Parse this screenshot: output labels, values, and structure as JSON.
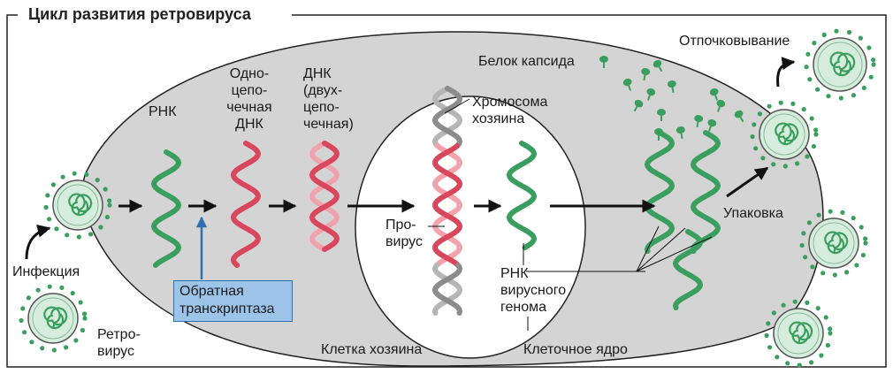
{
  "title": "Цикл развития ретровируса",
  "labels": {
    "rna": "РНК",
    "ss_dna": [
      "Одно-",
      "цепо-",
      "чечная",
      "ДНК"
    ],
    "ds_dna": [
      "ДНК",
      "(двух-",
      "цепо-",
      "чечная)"
    ],
    "chromosome": [
      "Хромосома",
      "хозяина"
    ],
    "provirus": [
      "Про-",
      "вирус"
    ],
    "viral_rna": [
      "РНК",
      "вирусного",
      "генома"
    ],
    "capsid_protein": "Белок капсида",
    "budding": "Отпочковывание",
    "packaging": "Упаковка",
    "infection": "Инфекция",
    "retrovirus": [
      "Ретро-",
      "вирус"
    ],
    "host_cell": "Клетка хозяина",
    "nucleus": "Клеточное ядро",
    "reverse_transcriptase": [
      "Обратная",
      "транскриптаза"
    ]
  },
  "colors": {
    "cell": "#d4d4d4",
    "green": "#3a9f5e",
    "red": "#d8475c",
    "pink": "#f1a3ad",
    "grey_strand": "#8c8c8c",
    "virus_fill": "#d6ecdc",
    "box_fill": "#9cc4e8",
    "box_border": "#2f6fad"
  }
}
